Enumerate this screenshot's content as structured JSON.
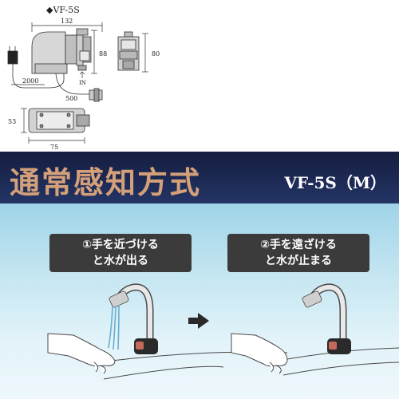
{
  "spec": {
    "model_heading": "◆VF-5S",
    "dims": {
      "width_main": "132",
      "height_main": "88",
      "height_side": "80",
      "cord_length": "2000",
      "hose_length": "500",
      "inlet_label": "IN",
      "base_height": "53",
      "base_width": "75"
    }
  },
  "header": {
    "title": "通常感知方式",
    "model": "VF-5S（M）"
  },
  "steps": [
    {
      "line1": "①手を近づける",
      "line2": "と水が出る"
    },
    {
      "line1": "②手を遠ざける",
      "line2": "と水が止まる"
    }
  ],
  "colors": {
    "header_bg": "#1b2650",
    "title": "#d3a07a",
    "label_bg": "#3b3b3b",
    "water": "#6aaed0"
  },
  "icons": [
    "arrow-right-icon",
    "faucet-icon",
    "hand-icon",
    "water-drops-icon"
  ]
}
